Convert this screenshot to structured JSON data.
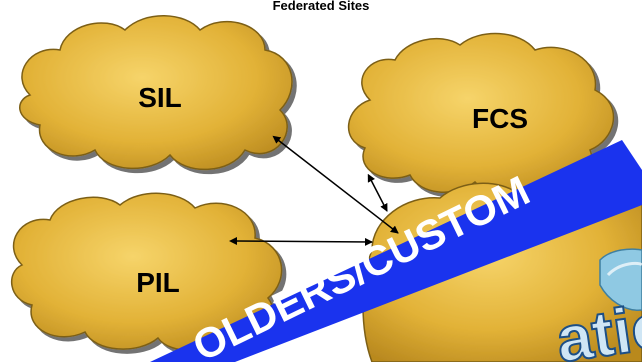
{
  "diagram": {
    "title": "Federated Sites",
    "nodes": [
      {
        "id": "sil",
        "label": "SIL"
      },
      {
        "id": "fcs",
        "label": "FCS"
      },
      {
        "id": "pil",
        "label": "PIL"
      }
    ],
    "banner": {
      "text": "OLDERS/CUSTOM"
    },
    "partial_text": "atio",
    "colors": {
      "cloud_fill": "#e5b53a",
      "cloud_highlight": "#f3d068",
      "cloud_stroke": "#8a6a1a",
      "banner": "#1530e8",
      "arrow": "#000000"
    }
  }
}
